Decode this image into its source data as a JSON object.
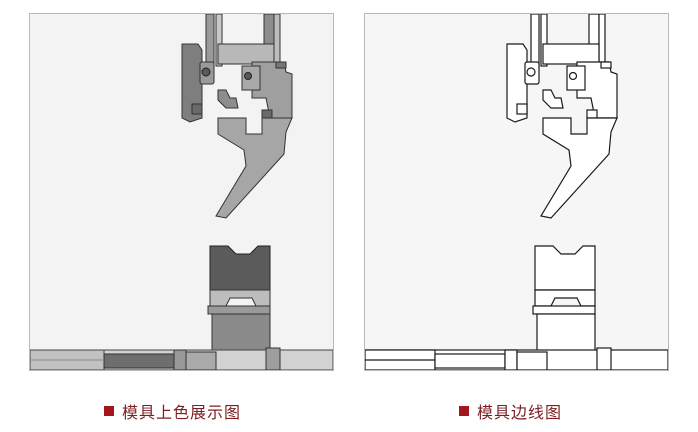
{
  "panels": [
    {
      "caption": "模具上色展示图",
      "style": "colored"
    },
    {
      "caption": "模具边线图",
      "style": "outline"
    }
  ],
  "colors": {
    "accent": "#a4161d",
    "caption_text": "#7a1e22",
    "metal_dark": "#5b5b5b",
    "metal_mid": "#8a8a8a",
    "metal_light": "#b9b9b9",
    "outline": "#1a1a1a"
  }
}
